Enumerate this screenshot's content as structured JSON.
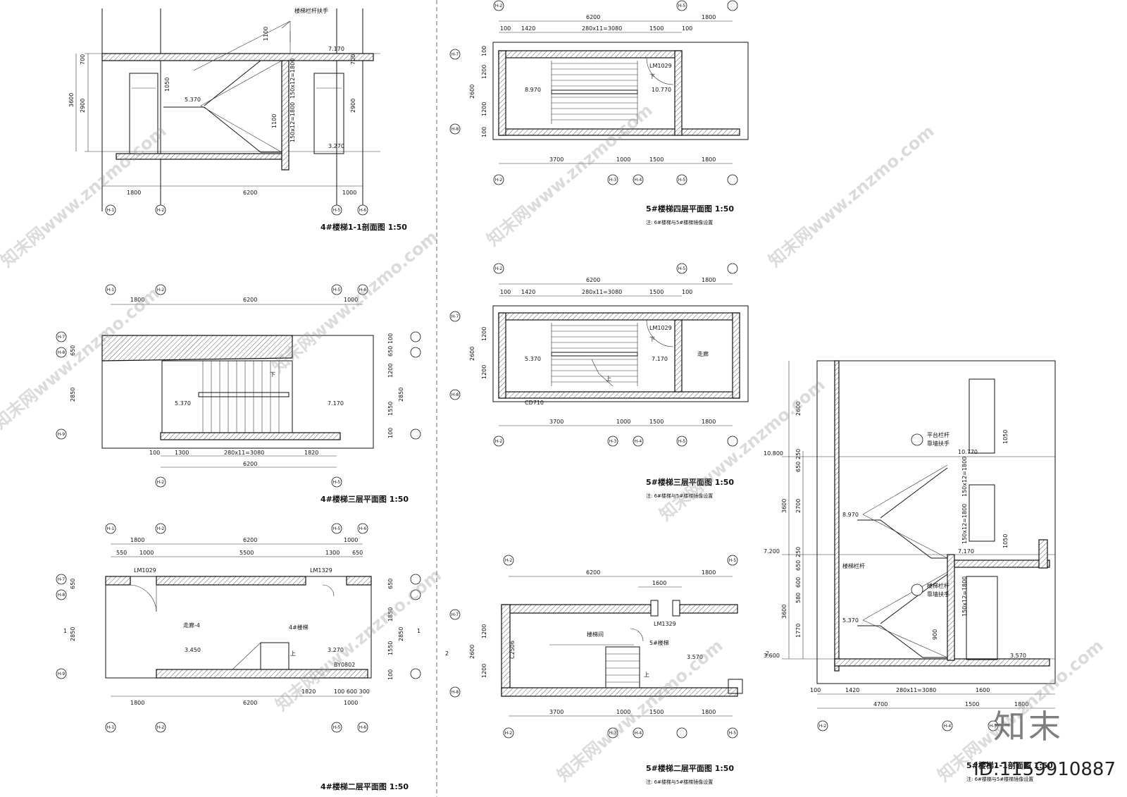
{
  "titles": {
    "sec41": "4#楼梯1-1剖面图 1:50",
    "plan43": "4#楼梯三层平面图 1:50",
    "plan42": "4#楼梯二层平面图 1:50",
    "plan54": "5#楼梯四层平面图 1:50",
    "plan53": "5#楼梯三层平面图 1:50",
    "plan52": "5#楼梯二层平面图 1:50",
    "sec51": "5#楼梯1-1剖面图 1:50"
  },
  "notes": {
    "n54": "注: 6#楼梯与5#楼梯镜像设置",
    "n53": "注: 6#楼梯与5#楼梯镜像设置",
    "n52": "注: 6#楼梯与5#楼梯镜像设置",
    "n51": "注: 6#楼梯与5#楼梯镜像设置"
  },
  "sec41": {
    "dims_bottom": [
      "1800",
      "6200",
      "1000"
    ],
    "dims_left": [
      "700",
      "2900",
      "3600"
    ],
    "dims_right": [
      "700",
      "2900"
    ],
    "stair": [
      "150x12=1800",
      "150x12=1800",
      "1100",
      "1100",
      "1050"
    ],
    "levels": [
      "7.170",
      "5.370",
      "3.270"
    ],
    "label": "楼梯栏杆扶手",
    "axes": [
      "H-1",
      "H-2",
      "H-5",
      "H-6"
    ]
  },
  "plan43": {
    "top": [
      "1800",
      "6200",
      "1000"
    ],
    "bottom": [
      "100",
      "1300",
      "280x11=3080",
      "1820",
      "6200"
    ],
    "left": [
      "650",
      "2850"
    ],
    "right": [
      "100",
      "650",
      "1200",
      "1550",
      "2850",
      "100"
    ],
    "levels": [
      "5.370",
      "7.170"
    ],
    "dn": "下",
    "axes": [
      "H-1",
      "H-2",
      "H-5",
      "H-6",
      "H-7",
      "H-8",
      "H-9"
    ]
  },
  "plan42": {
    "top": [
      "1800",
      "6200",
      "1000"
    ],
    "top2": [
      "550",
      "1000",
      "5500",
      "1300",
      "650"
    ],
    "bottom": [
      "1820",
      "100 600 300",
      "1800",
      "6200",
      "1000"
    ],
    "left": [
      "650",
      "2850"
    ],
    "right": [
      "650",
      "1850",
      "1550",
      "2850",
      "100"
    ],
    "doors": [
      "LM1029",
      "LM1329",
      "BY0802"
    ],
    "room": "走廊-4",
    "stairlabel": "4#楼梯",
    "levels": [
      "3.450",
      "3.270"
    ],
    "up": "上",
    "section_mark": "1",
    "axes": [
      "H-1",
      "H-2",
      "H-5",
      "H-6",
      "H-7",
      "H-8",
      "H-9"
    ]
  },
  "plan54": {
    "top": [
      "6200",
      "1800"
    ],
    "top2": [
      "100",
      "1420",
      "280x11=3080",
      "1500",
      "100"
    ],
    "bottom": [
      "3700",
      "1000",
      "1500",
      "1800"
    ],
    "left": [
      "1200",
      "1200",
      "2600",
      "100",
      "100"
    ],
    "door": "LM1029",
    "levels": [
      "8.970",
      "10.770"
    ],
    "dn": "下",
    "axes": [
      "H-2",
      "H-3",
      "H-4",
      "H-5",
      "H-7",
      "H-8"
    ]
  },
  "plan53": {
    "top": [
      "6200",
      "1800"
    ],
    "top2": [
      "100",
      "1420",
      "280x11=3080",
      "1500",
      "100"
    ],
    "bottom": [
      "3700",
      "1000",
      "1500",
      "1800"
    ],
    "left": [
      "1200",
      "1200",
      "2600"
    ],
    "door": "LM1029",
    "window": "CD710",
    "room": "走廊",
    "levels": [
      "5.370",
      "7.170"
    ],
    "dn": "下",
    "up": "上",
    "axes": [
      "H-2",
      "H-3",
      "H-4",
      "H-5",
      "H-7",
      "H-8"
    ]
  },
  "plan52": {
    "top": [
      "6200",
      "1600",
      "1800"
    ],
    "bottom": [
      "3700",
      "1000",
      "1500",
      "1800"
    ],
    "left": [
      "1200",
      "1200",
      "2600"
    ],
    "door": "LM1329",
    "window": "C2506",
    "room": "楼梯间",
    "stairlabel": "5#楼梯",
    "level": "3.570",
    "up": "上",
    "section_mark": "2",
    "axes": [
      "H-2",
      "H-3",
      "H-4",
      "H-5",
      "H-7",
      "H-8"
    ]
  },
  "sec51": {
    "levels": [
      "10.800",
      "10.770",
      "8.970",
      "7.200",
      "7.170",
      "5.370",
      "3.600",
      "3.570"
    ],
    "left": [
      "2600",
      "250",
      "650",
      "2700",
      "3600",
      "250",
      "650",
      "600",
      "580",
      "1770",
      "3600"
    ],
    "right": [
      "1050",
      "150x12=1800",
      "150x12=1800",
      "1050",
      "150x12=1800",
      "900"
    ],
    "labels": [
      "平台栏杆",
      "靠墙扶手",
      "楼梯栏杆",
      "靠墙扶手",
      "楼梯栏杆"
    ],
    "bottom": [
      "100",
      "1420",
      "280x11=3080",
      "1600",
      "4700",
      "1500",
      "1800"
    ],
    "axes": [
      "H-2",
      "H-4",
      "H-5"
    ]
  },
  "watermark": "知末网www.znzmo.com",
  "logo": "知末",
  "id_text": "ID:1159910887"
}
